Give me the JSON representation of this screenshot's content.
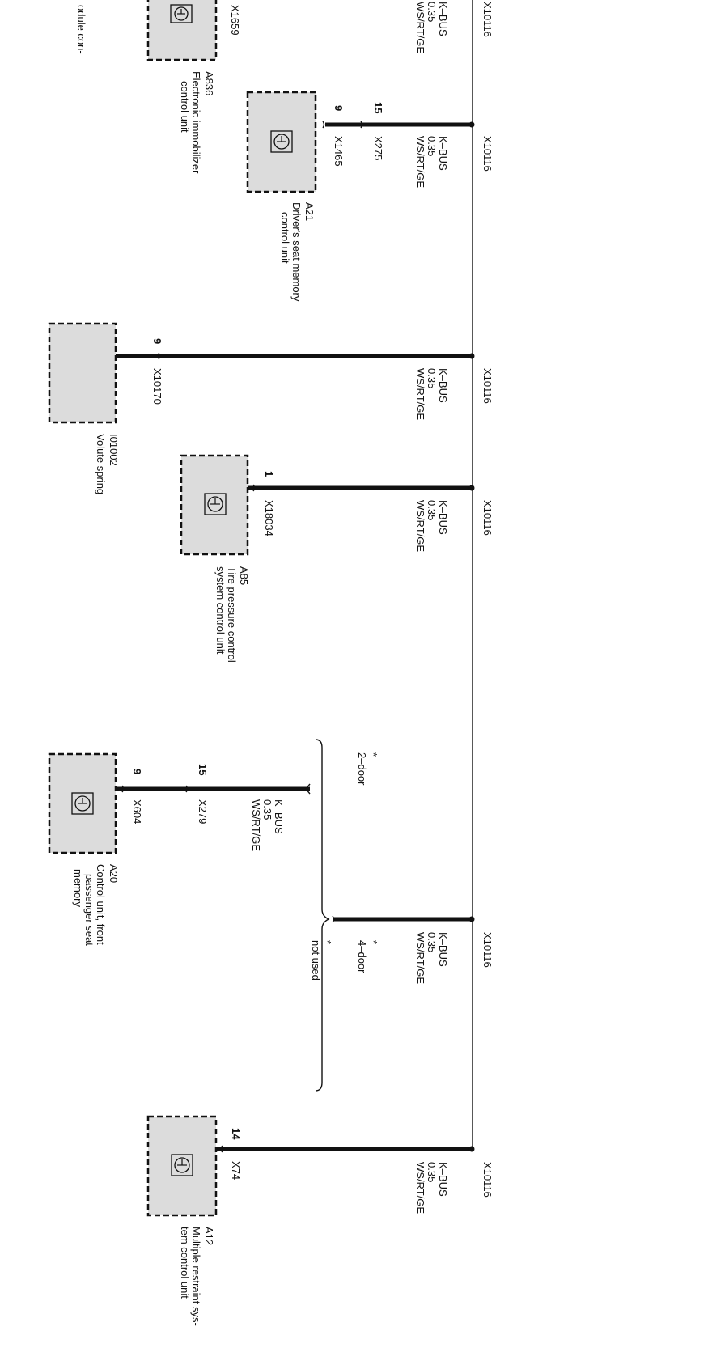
{
  "bus": {
    "label": "X10116"
  },
  "wire_spec": {
    "bus": "K–BUS",
    "size": "0.35",
    "color": "WS/RT/GE"
  },
  "components": {
    "top": {
      "connector": "X1659",
      "text": "odule con-"
    },
    "a836": {
      "id": "A836",
      "name_1": "Electronic immobilizer",
      "name_2": "control unit"
    },
    "a21": {
      "id": "A21",
      "name_1": "Driver's seat memory",
      "name_2": "control unit",
      "pin_box": "9",
      "conn_box": "X1465",
      "pin_mid": "15",
      "conn_mid": "X275"
    },
    "i01002": {
      "id": "I01002",
      "name_1": "Volute spring",
      "pin": "9",
      "conn": "X10170"
    },
    "a85": {
      "id": "A85",
      "name_1": "Tire pressure control",
      "name_2": "system  control unit",
      "pin": "1",
      "conn": "X18034"
    },
    "a20": {
      "id": "A20",
      "name_1": "Control unit, front",
      "name_2": "passenger seat",
      "name_3": "memory",
      "pin_box": "9",
      "conn_box": "X604",
      "pin_mid": "15",
      "conn_mid": "X279"
    },
    "a12": {
      "id": "A12",
      "name_1": "Multiple restraint sys-",
      "name_2": "tem  control unit",
      "pin": "14",
      "conn": "X74"
    }
  },
  "variants": {
    "two_door": "2–door",
    "four_door": "4–door",
    "not_used": "not used",
    "mark": "*"
  }
}
